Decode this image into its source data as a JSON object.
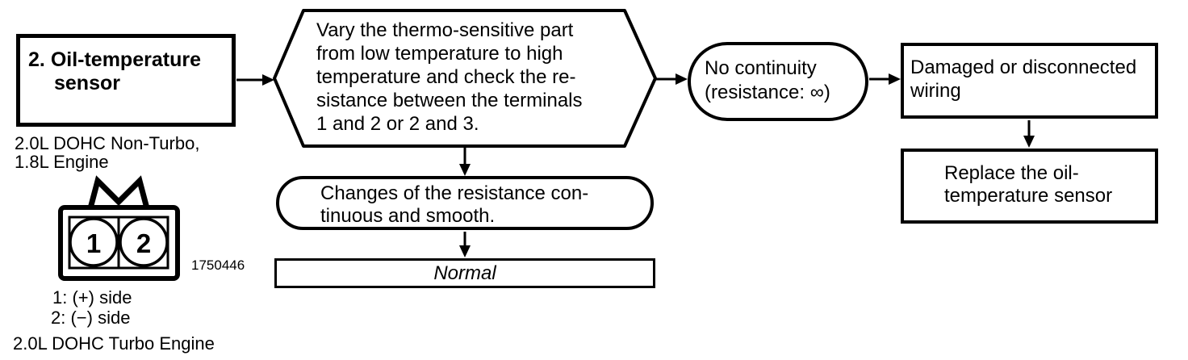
{
  "colors": {
    "ink": "#000000",
    "paper": "#ffffff"
  },
  "component": {
    "step_number": "2.",
    "name_line1": "Oil-temperature",
    "name_line2": "sensor",
    "engine_top_line1": "2.0L DOHC Non-Turbo,",
    "engine_top_line2": "1.8L Engine",
    "engine_bottom": "2.0L DOHC Turbo Engine",
    "connector": {
      "pin1": "1",
      "pin2": "2",
      "figure_number": "1750446",
      "legend_line1": "1: (+) side",
      "legend_line2": "2: (−) side"
    }
  },
  "flow": {
    "test": {
      "lines": [
        "Vary the thermo-sensitive part",
        "from low temperature to high",
        "temperature and check the re-",
        "sistance between the terminals",
        "1 and 2 or 2 and 3."
      ]
    },
    "pass_result": {
      "lines": [
        "Changes of the resistance con-",
        "tinuous and smooth."
      ]
    },
    "pass_outcome": "Normal",
    "fail_result": {
      "lines": [
        "No continuity",
        "(resistance: ∞)"
      ]
    },
    "fail_cause": {
      "lines": [
        "Damaged or disconnected",
        "wiring"
      ]
    },
    "fail_action": {
      "lines": [
        "Replace the oil-",
        "temperature sensor"
      ]
    }
  }
}
